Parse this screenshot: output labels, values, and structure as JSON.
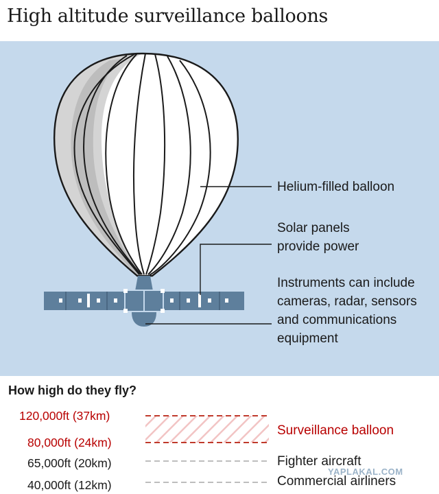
{
  "title": "High altitude surveillance balloons",
  "callouts": {
    "balloon": "Helium-filled balloon",
    "solar": "Solar panels\nprovide power",
    "instruments": "Instruments can include\ncameras, radar, sensors\nand communications\nequipment"
  },
  "altitude": {
    "heading": "How high do they fly?",
    "levels": [
      {
        "label": "120,000ft (37km)",
        "color": "#b80000"
      },
      {
        "label": "80,000ft (24km)",
        "color": "#b80000"
      },
      {
        "label": "65,000ft (20km)",
        "color": "#1a1a1a"
      },
      {
        "label": "40,000ft (12km)",
        "color": "#1a1a1a"
      }
    ],
    "bands": [
      {
        "label": "Surveillance balloon",
        "color": "#b80000"
      },
      {
        "label": "Fighter aircraft",
        "color": "#1a1a1a"
      },
      {
        "label": "Commercial airliners",
        "color": "#1a1a1a"
      }
    ]
  },
  "watermark": "YAPLAKAL.COM",
  "colors": {
    "panel_bg": "#c5d9ec",
    "panel_blue": "#5e7f9c",
    "accent_red": "#b80000"
  }
}
